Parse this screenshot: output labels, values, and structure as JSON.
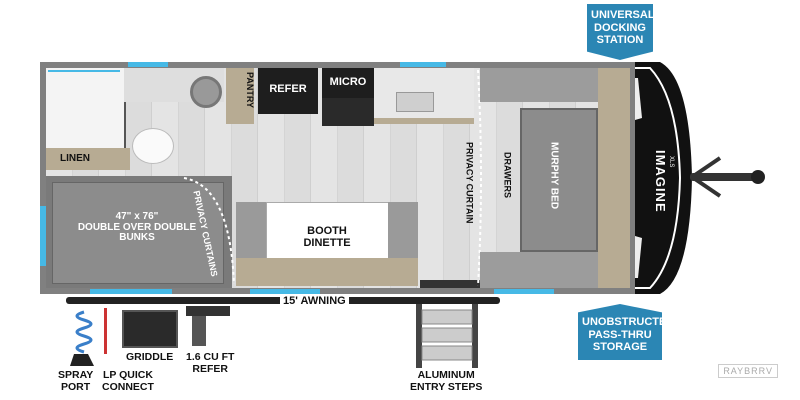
{
  "callouts": {
    "docking": [
      "UNIVERSAL",
      "DOCKING",
      "STATION"
    ],
    "storage": [
      "UNOBSTRUCTED",
      "PASS-THRU",
      "STORAGE"
    ]
  },
  "rooms": {
    "pantry": "PANTRY",
    "refer": "REFER",
    "micro": "MICRO",
    "linen": "LINEN",
    "bunks": [
      "47\" x 76\"",
      "DOUBLE OVER DOUBLE",
      "BUNKS"
    ],
    "privacy_curtains": "PRIVACY CURTAINS",
    "booth_dinette": [
      "BOOTH",
      "DINETTE"
    ],
    "privacy_curtain": "PRIVACY CURTAIN",
    "drawers": "DRAWERS",
    "murphy_bed": "MURPHY BED"
  },
  "brand": {
    "name": "IMAGINE",
    "sub": "XLS"
  },
  "exterior": {
    "awning": "15' AWNING",
    "spray_port": [
      "SPRAY",
      "PORT"
    ],
    "lp_quick_connect": [
      "LP QUICK",
      "CONNECT"
    ],
    "griddle": "GRIDDLE",
    "outdoor_refer": [
      "1.6 CU FT",
      "REFER"
    ],
    "entry_steps": [
      "ALUMINUM",
      "ENTRY STEPS"
    ]
  },
  "watermark": "RAYBRRV",
  "colors": {
    "accent": "#2b86b4",
    "floor": "#d9d9d9",
    "wall": "#808080",
    "cabinet": "#b7ab93",
    "appliance": "#1e1e1e",
    "window": "#46b9e6"
  }
}
